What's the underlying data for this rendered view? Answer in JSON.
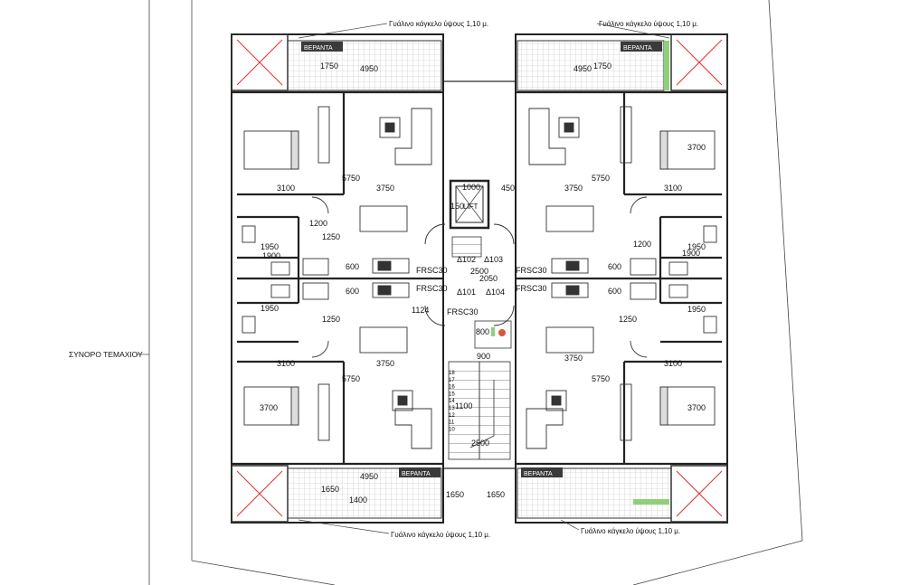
{
  "railing_note": "Γυάλινο κάγκελο ύψους 1,10 μ.",
  "veranda_label": "ΒΕΡΑΝΤΑ",
  "plot_boundary": "ΣΥΝΟΡΟ ΤΕΜΑΧΙΟΥ",
  "lift_label": "LIFT",
  "frsc": "FRSC30",
  "doors": {
    "d101": "Δ101",
    "d102": "Δ102",
    "d103": "Δ103",
    "d104": "Δ104"
  },
  "dims": {
    "d1750": "1750",
    "d4950": "4950",
    "d5750": "5750",
    "d3100": "3100",
    "d3750": "3750",
    "d3700": "3700",
    "d1200": "1200",
    "d1250": "1250",
    "d1950": "1950",
    "d1900": "1900",
    "d600": "600",
    "d800": "800",
    "d1100": "1100",
    "d2500": "2500",
    "d1650": "1650",
    "d1400": "1400",
    "d1124": "1124",
    "d900": "900",
    "d450": "450",
    "d150": "150",
    "d1000": "1000",
    "d2050": "2050"
  },
  "stair_numbers": [
    "18",
    "17",
    "16",
    "15",
    "14",
    "13",
    "12",
    "11",
    "10"
  ],
  "colors": {
    "line": "#1a1a1a",
    "veranda_fill": "#eeeeee",
    "wall": "#222222",
    "cross": "#e03030",
    "tag_bg": "#3a3a3a",
    "accent_green": "#8fd07a"
  }
}
